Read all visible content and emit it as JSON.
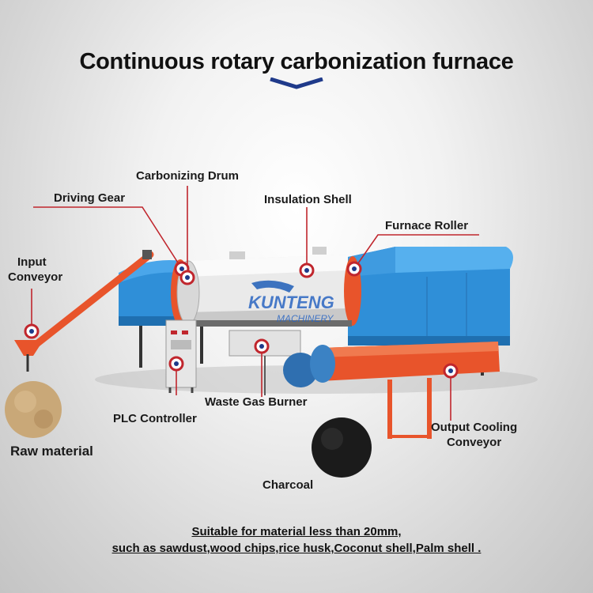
{
  "title": "Continuous rotary carbonization furnace",
  "brand": {
    "name": "KUNTENG",
    "sub": "MACHINERY"
  },
  "labels": {
    "carbonizing_drum": "Carbonizing Drum",
    "driving_gear": "Driving Gear",
    "insulation_shell": "Insulation Shell",
    "furnace_roller": "Furnace Roller",
    "input_conveyor_1": "Input",
    "input_conveyor_2": "Conveyor",
    "plc_controller": "PLC Controller",
    "waste_gas_burner": "Waste Gas Burner",
    "output_cooling_1": "Output Cooling",
    "output_cooling_2": "Conveyor",
    "raw_material": "Raw material",
    "charcoal": "Charcoal"
  },
  "footer": {
    "line1": "Suitable for material less than 20mm,",
    "line2": "such as sawdust,wood chips,rice husk,Coconut shell,Palm shell ."
  },
  "colors": {
    "blue_shell": "#2f8fd8",
    "white_drum": "#ececec",
    "orange_frame": "#e8542b",
    "leader_line": "#c0262d",
    "marker_ring": "#c0262d",
    "marker_core": "#1e3a8a"
  }
}
